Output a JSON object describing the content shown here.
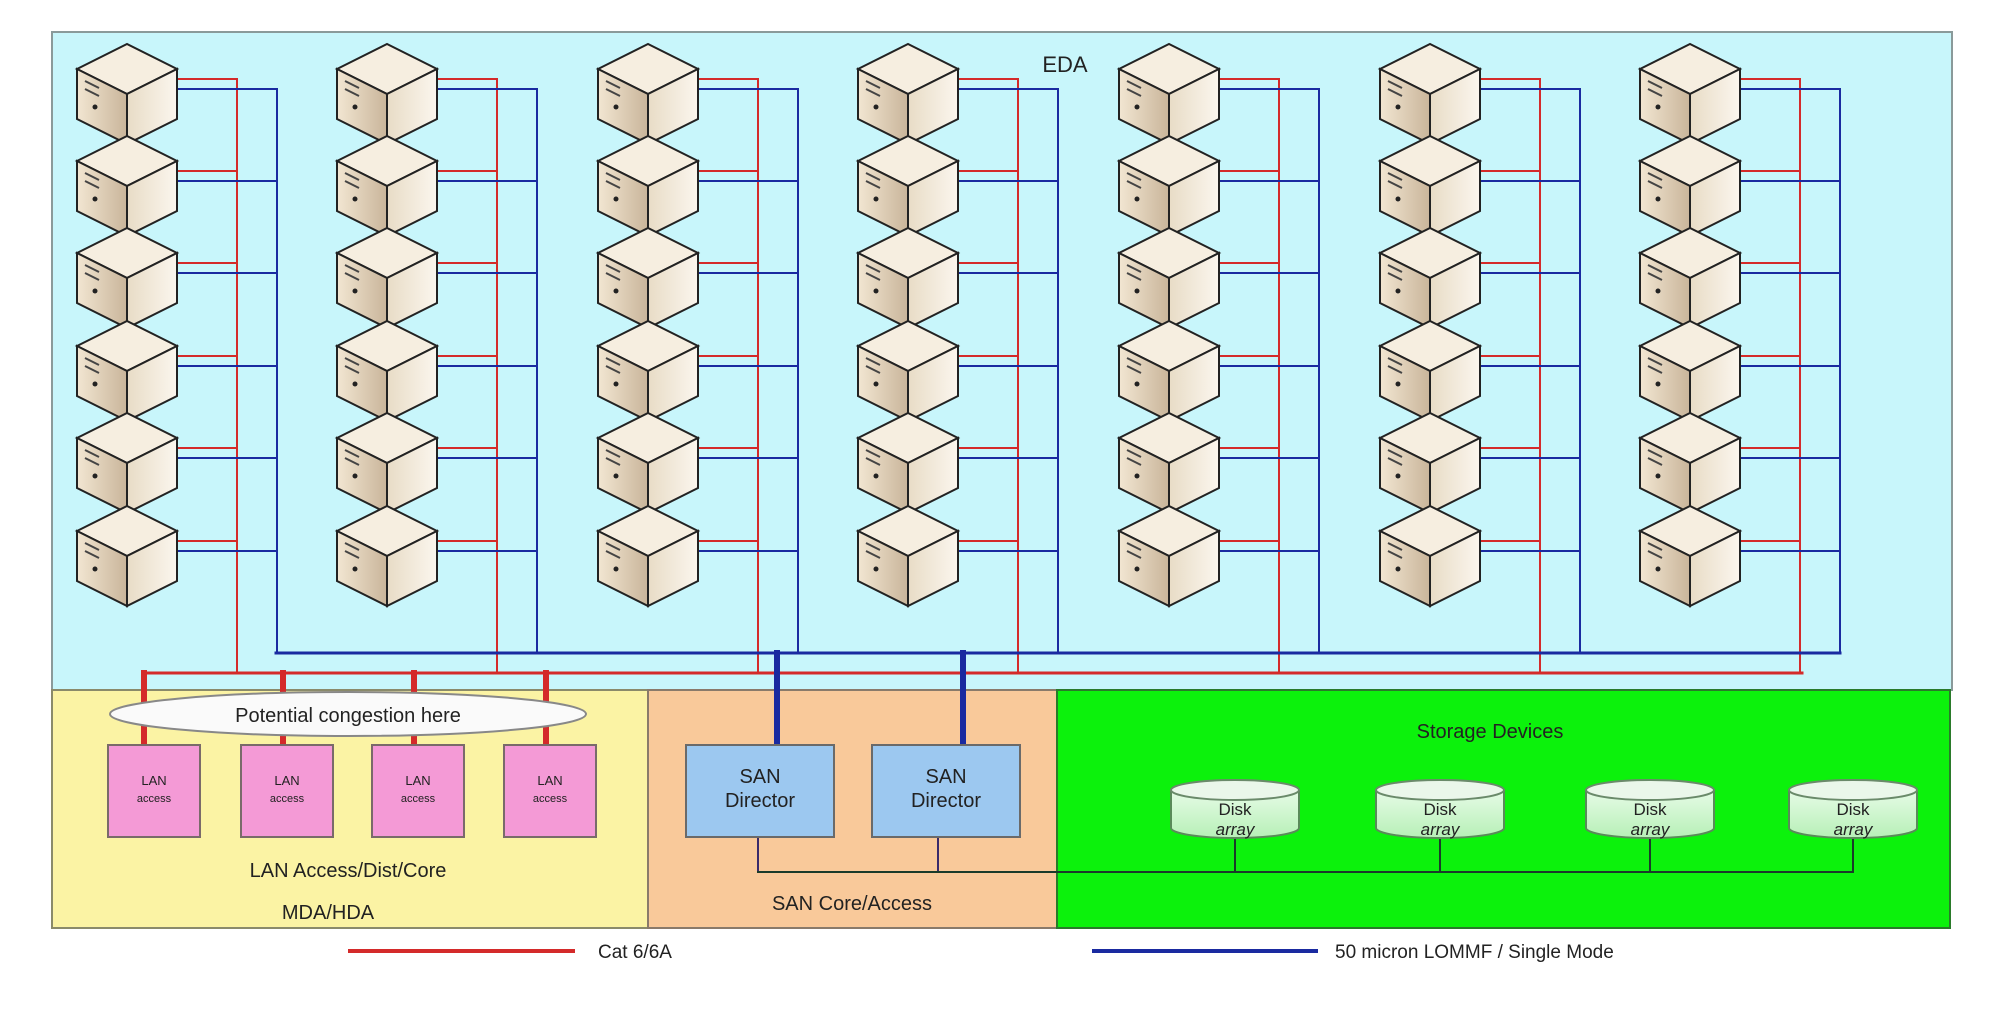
{
  "diagram": {
    "title": "EDA",
    "server_columns": 7,
    "servers_per_column": 6,
    "server_icon": "server-tower-icon",
    "lan": {
      "zone_label": "LAN Access/Dist/Core",
      "area_label": "MDA/HDA",
      "congestion_label": "Potential congestion here",
      "switches": [
        "LAN access",
        "LAN access",
        "LAN access",
        "LAN access"
      ]
    },
    "san": {
      "zone_label": "SAN Core/Access",
      "directors": [
        "SAN Director",
        "SAN Director"
      ]
    },
    "storage": {
      "zone_label": "Storage Devices",
      "disks": [
        "Disk array",
        "Disk array",
        "Disk array",
        "Disk array"
      ]
    },
    "legend": [
      {
        "label": "Cat 6/6A",
        "color": "#d42a2a"
      },
      {
        "label": "50 micron LOMMF / Single Mode",
        "color": "#1a2aa0"
      }
    ],
    "colors": {
      "eda_bg": "#c8f6fb",
      "lan_bg": "#fbf3a4",
      "san_bg": "#f9c99a",
      "storage_bg": "#0cf20c",
      "lan_switch": "#f49ad6",
      "san_director": "#9cc8f0",
      "copper": "#d42a2a",
      "fiber": "#1a2aa0"
    }
  }
}
